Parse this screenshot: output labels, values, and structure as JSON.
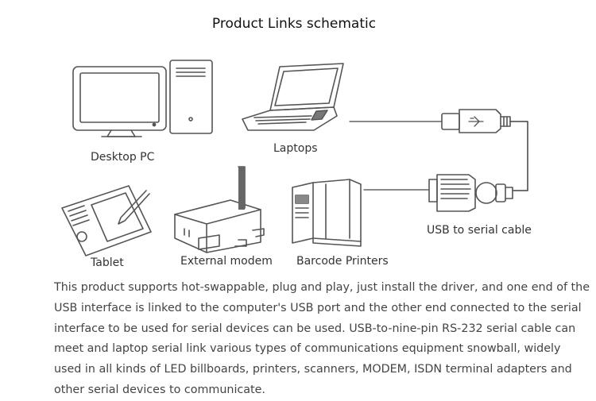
{
  "title": "Product Links schematic",
  "devices": {
    "desktop": "Desktop PC",
    "laptop": "Laptops",
    "tablet": "Tablet",
    "modem": "External modem",
    "printer": "Barcode Printers",
    "cable": "USB to serial cable"
  },
  "description": "This product supports hot-swappable, plug and play, just install the driver, and one end of the USB interface is linked to the computer's USB port and the other end connected to the serial interface to be used for serial devices can be used. USB-to-nine-pin RS-232 serial cable can meet and laptop serial link various types of communications equipment snowball, widely used in all kinds of LED billboards, printers, scanners, MODEM, ISDN terminal adapters and other serial devices to communicate."
}
